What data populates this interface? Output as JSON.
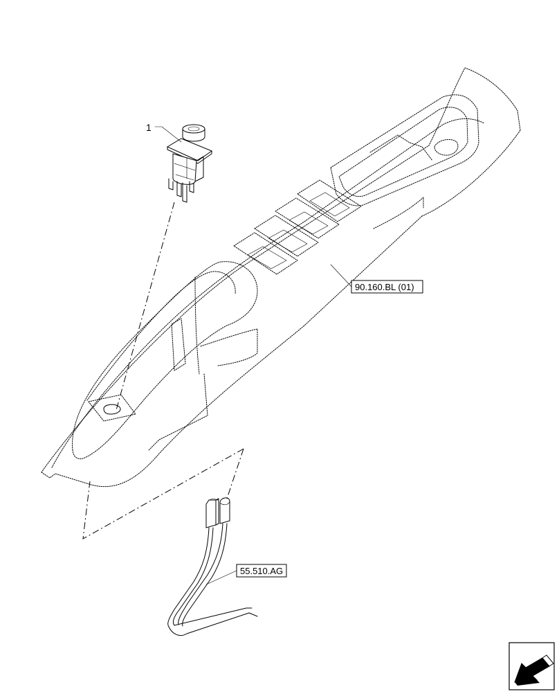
{
  "callouts": {
    "item_1": "1",
    "ref_panel": "90.160.BL (01)",
    "ref_harness": "55.510.AG"
  },
  "icons": {
    "direction_arrow": "view-direction-arrow-icon"
  }
}
